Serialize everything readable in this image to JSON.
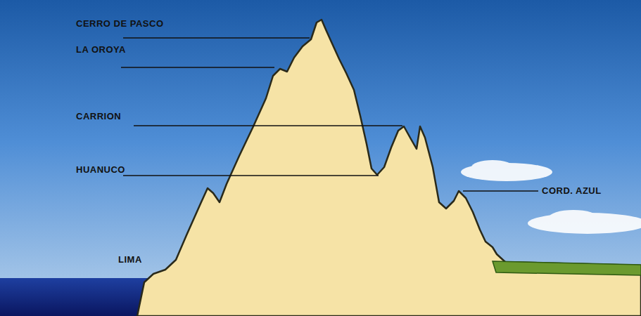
{
  "diagram": {
    "labels": [
      "CERRO DE PASCO",
      "LA OROYA",
      "CARRION",
      "HUANUCO",
      "CORD. AZUL",
      "LIMA"
    ]
  }
}
